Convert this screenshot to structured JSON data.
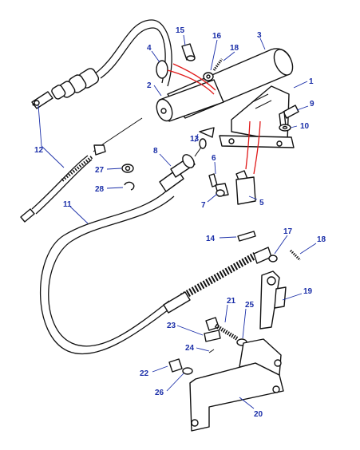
{
  "diagram": {
    "title": "",
    "labels": {
      "p1": "1",
      "p2": "2",
      "p3": "3",
      "p4": "4",
      "p5": "5",
      "p6": "6",
      "p7": "7",
      "p8": "8",
      "p9": "9",
      "p10": "10",
      "p11": "11",
      "p12": "12",
      "p13": "13",
      "p14": "14",
      "p15": "15",
      "p16": "16",
      "p17": "17",
      "p18a": "18",
      "p18b": "18",
      "p19": "19",
      "p20": "20",
      "p21": "21",
      "p22": "22",
      "p23": "23",
      "p24": "24",
      "p25": "25",
      "p26": "26",
      "p27": "27",
      "p28": "28"
    },
    "colors": {
      "label": "#1a2ea8",
      "callout": "#e01818",
      "line": "#111111"
    }
  }
}
